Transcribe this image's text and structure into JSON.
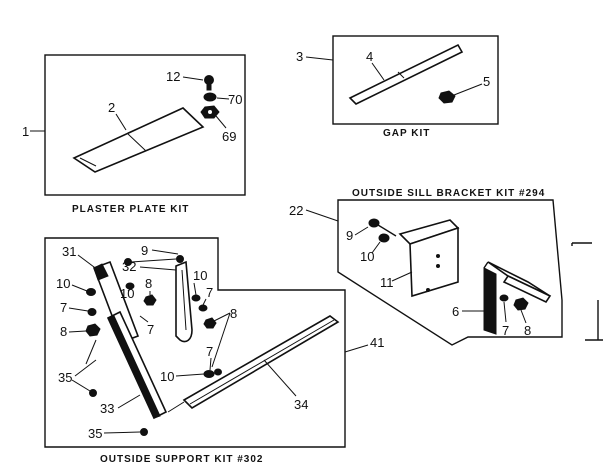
{
  "kits": {
    "plaster_plate": {
      "caption": "PLASTER PLATE KIT",
      "callouts": {
        "kit": "1",
        "plate": "2",
        "screw": "12",
        "washer": "70",
        "nut": "69"
      }
    },
    "gap": {
      "caption": "GAP KIT",
      "callouts": {
        "kit": "3",
        "strip": "4",
        "nut": "5"
      }
    },
    "sill_bracket": {
      "caption": "OUTSIDE SILL BRACKET KIT #294",
      "callouts": {
        "kit": "22",
        "screw": "9",
        "washer": "10",
        "plate": "11",
        "bracket": "6",
        "lockwasher": "7",
        "nut": "8"
      }
    },
    "outside_support": {
      "caption": "OUTSIDE SUPPORT KIT #302",
      "callouts": {
        "bracket": "31",
        "bolt_top": "9",
        "channel": "32",
        "washer_left": "10",
        "lockwasher_left": "7",
        "nut_left": "8",
        "washer_mid": "10",
        "nut_mid": "8",
        "lockwasher_mid": "7",
        "washer_right": "10",
        "lockwasher_right": "7",
        "nut_right": "8",
        "lockwasher_low": "7",
        "washer_low": "10",
        "screw_upper": "35",
        "arm": "33",
        "screw_lower": "35",
        "brace": "34",
        "kit": "41"
      }
    }
  }
}
